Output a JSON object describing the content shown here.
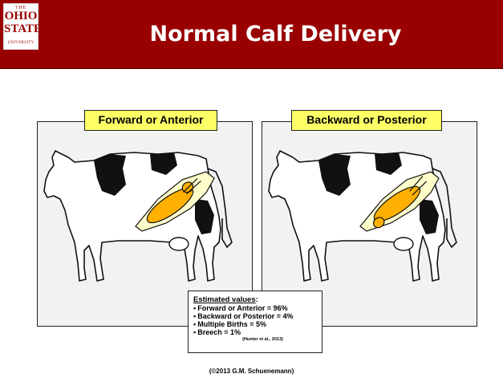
{
  "header": {
    "title": "Normal Calf Delivery",
    "logo": {
      "the": "THE",
      "ohio": "OHIO",
      "state": "STATE",
      "university": "UNIVERSITY"
    }
  },
  "panels": [
    {
      "label": "Forward or Anterior"
    },
    {
      "label": "Backward or Posterior"
    }
  ],
  "info": {
    "heading": "Estimated values",
    "colon": ":",
    "items": [
      "Forward or Anterior = 96%",
      "Backward or Posterior = 4%",
      "Multiple Births = 5%",
      "Breech = 1%"
    ],
    "citation": "(Hunter et al., 2013)"
  },
  "footer": {
    "copyright": "(©2013 G.M. Schuenemann)"
  },
  "colors": {
    "header": "#990000",
    "label_bg": "#ffff66",
    "calf": "#ffb000",
    "uterus": "#ffffcc"
  }
}
